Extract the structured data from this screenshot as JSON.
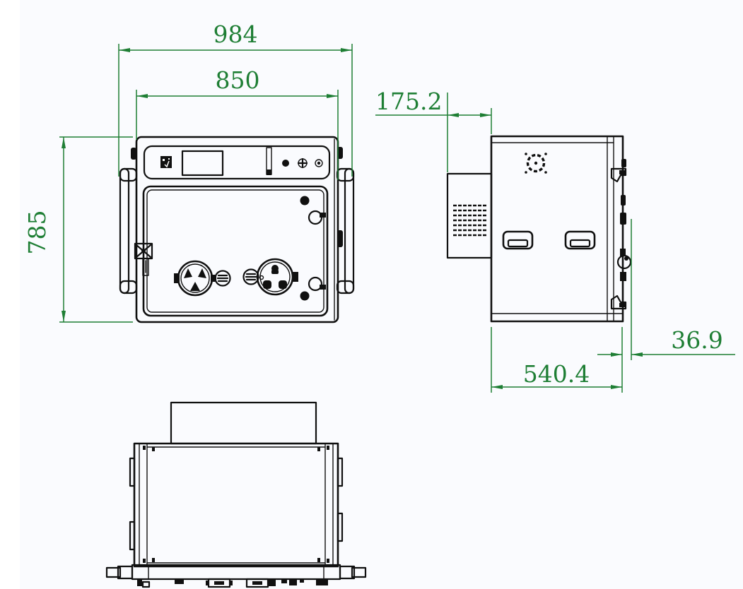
{
  "colors": {
    "line": "#101010",
    "dimension": "#1e7e34",
    "background": "#fafbfe",
    "margin": "#ffffff"
  },
  "dimensions": {
    "front_overall_width": {
      "value": "984"
    },
    "front_body_width": {
      "value": "850"
    },
    "front_height": {
      "value": "785"
    },
    "rear_duct_depth": {
      "value": "175.2"
    },
    "body_depth": {
      "value": "540.4"
    },
    "door_protrusion": {
      "value": "36.9"
    }
  }
}
